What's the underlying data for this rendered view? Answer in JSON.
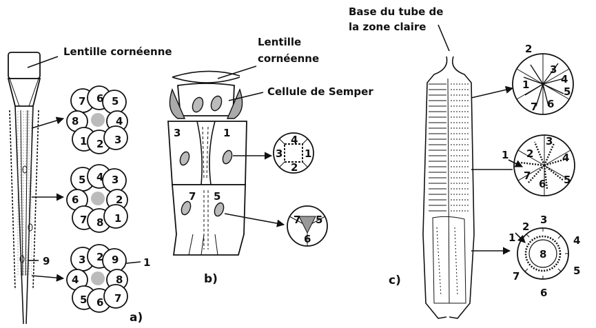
{
  "panels": {
    "a": {
      "label": "a)",
      "cornea_label": "Lentille cornéenne",
      "section1": [
        "7",
        "6",
        "5",
        "8",
        "4",
        "1",
        "2",
        "3"
      ],
      "section2": [
        "5",
        "4",
        "3",
        "6",
        "2",
        "7",
        "8",
        "1"
      ],
      "section3": [
        "3",
        "2",
        "9",
        "4",
        "8",
        "5",
        "6",
        "7"
      ],
      "side_labels": [
        "9",
        "1"
      ]
    },
    "b": {
      "label": "b)",
      "cornea_label_line1": "Lentille",
      "cornea_label_line2": "cornéenne",
      "semper_label": "Cellule de Semper",
      "cell_numbers": [
        "3",
        "1",
        "7",
        "5"
      ],
      "section1": [
        "4",
        "3",
        "1",
        "2"
      ],
      "section2": [
        "7",
        "5",
        "6"
      ]
    },
    "c": {
      "label": "c)",
      "base_label_line1": "Base du tube de",
      "base_label_line2": "la zone claire",
      "section1": [
        "2",
        "1",
        "3",
        "4",
        "5",
        "7",
        "6"
      ],
      "section2": [
        "1",
        "2",
        "3",
        "4",
        "7",
        "6",
        "5"
      ],
      "section3": [
        "2",
        "3",
        "1",
        "4",
        "8",
        "5",
        "7",
        "6"
      ]
    }
  }
}
